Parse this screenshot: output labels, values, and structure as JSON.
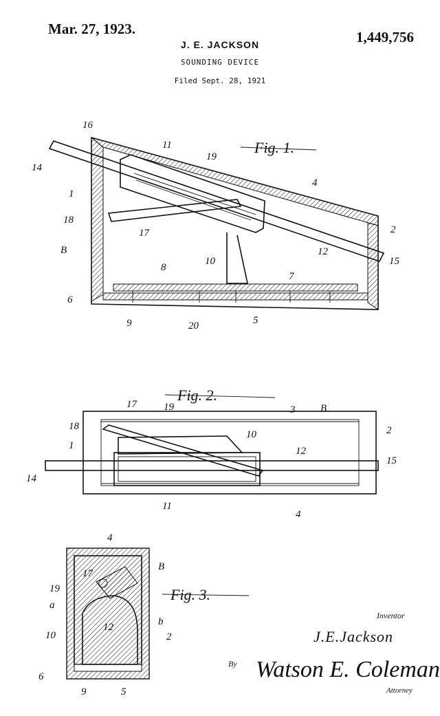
{
  "header": {
    "date": "Mar. 27, 1923.",
    "patent_number": "1,449,756",
    "inventor": "J. E. JACKSON",
    "title": "SOUNDING DEVICE",
    "filed": "Filed Sept. 28, 1921"
  },
  "figures": {
    "fig1": {
      "label": "Fig. 1.",
      "refs": [
        "16",
        "11",
        "19",
        "4",
        "14",
        "1",
        "2",
        "18",
        "17",
        "12",
        "15",
        "B",
        "10",
        "8",
        "7",
        "6",
        "9",
        "20",
        "5"
      ]
    },
    "fig2": {
      "label": "Fig. 2.",
      "refs": [
        "17",
        "19",
        "3",
        "B",
        "18",
        "10",
        "2",
        "1",
        "12",
        "15",
        "14",
        "11",
        "4"
      ]
    },
    "fig3": {
      "label": "Fig. 3.",
      "refs": [
        "4",
        "B",
        "17",
        "19",
        "a",
        "12",
        "b",
        "10",
        "2",
        "6",
        "9",
        "5"
      ]
    }
  },
  "footer": {
    "inventor_label": "Inventor",
    "inventor_signature": "J.E.Jackson",
    "by_label": "By",
    "attorney_signature": "Watson E. Coleman",
    "attorney_label": "Attorney"
  }
}
